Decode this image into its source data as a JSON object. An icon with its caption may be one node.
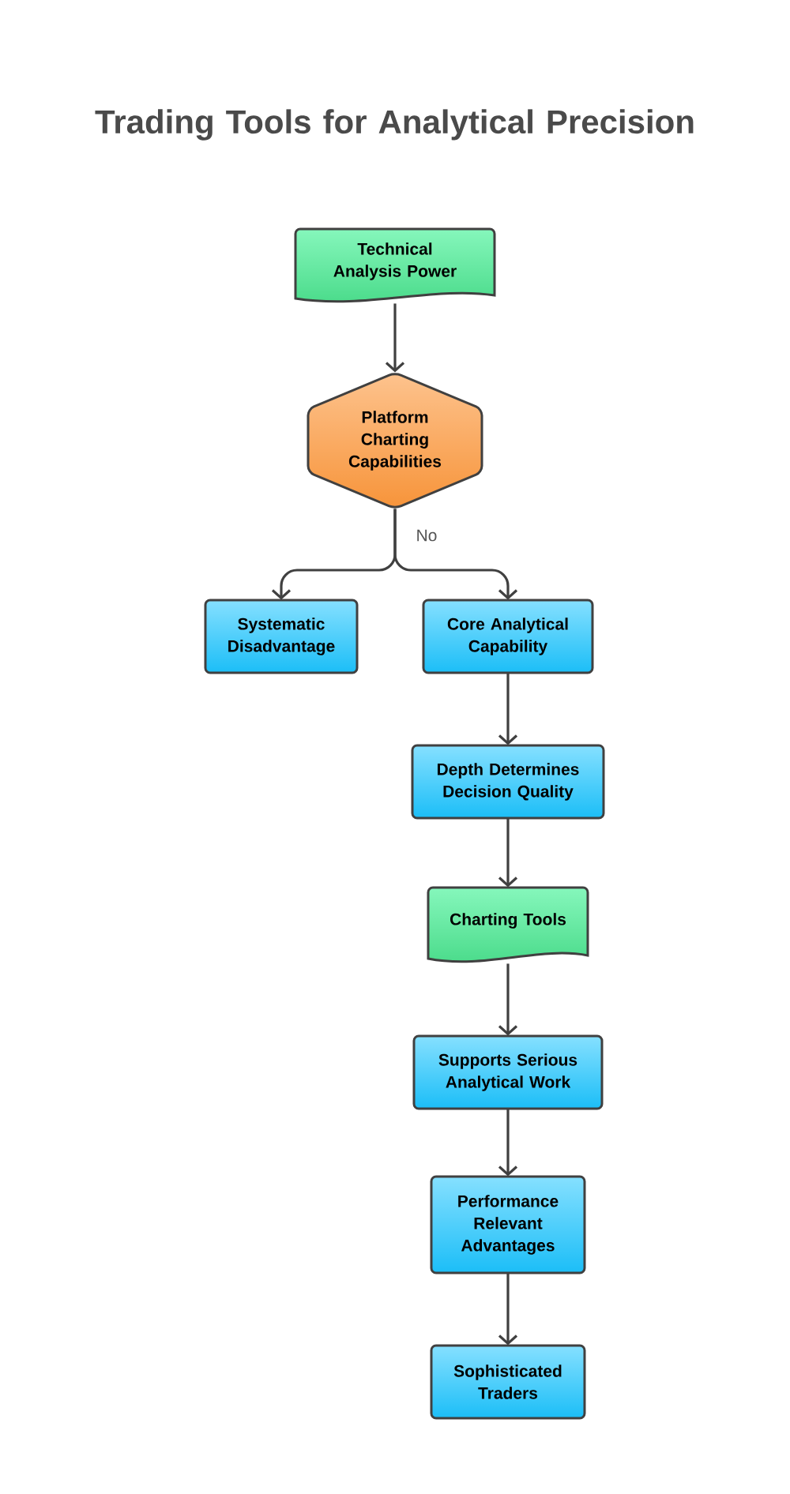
{
  "diagram": {
    "title": "Trading Tools for Analytical Precision",
    "nodes": [
      {
        "text": [
          "Technical Analysis Power"
        ]
      },
      {
        "text": [
          "Platform Charting Capabilities"
        ]
      },
      {
        "text": [
          "Systematic Disadvantage"
        ]
      },
      {
        "text": [
          "Core Analytical Capability"
        ]
      },
      {
        "text": [
          "Depth Determines Decision Quality"
        ]
      },
      {
        "text": [
          "Charting Tools"
        ]
      },
      {
        "text": [
          "Supports Serious Analytical Work"
        ]
      },
      {
        "text": [
          "Performance Relevant Advantages"
        ]
      },
      {
        "text": [
          "Sophisticated Traders"
        ]
      }
    ],
    "edges": [
      {
        "from": 0,
        "to": 1,
        "arrow": "to"
      },
      {
        "from": 1,
        "to": 2,
        "arrow": "to",
        "label": "No"
      },
      {
        "from": 1,
        "to": 3,
        "arrow": "to"
      },
      {
        "from": 3,
        "to": 4,
        "arrow": "to"
      },
      {
        "from": 4,
        "to": 5,
        "arrow": "to"
      },
      {
        "from": 5,
        "to": 6,
        "arrow": "to"
      },
      {
        "from": 6,
        "to": 7,
        "arrow": "to"
      },
      {
        "from": 7,
        "to": 8,
        "arrow": "to"
      }
    ]
  }
}
